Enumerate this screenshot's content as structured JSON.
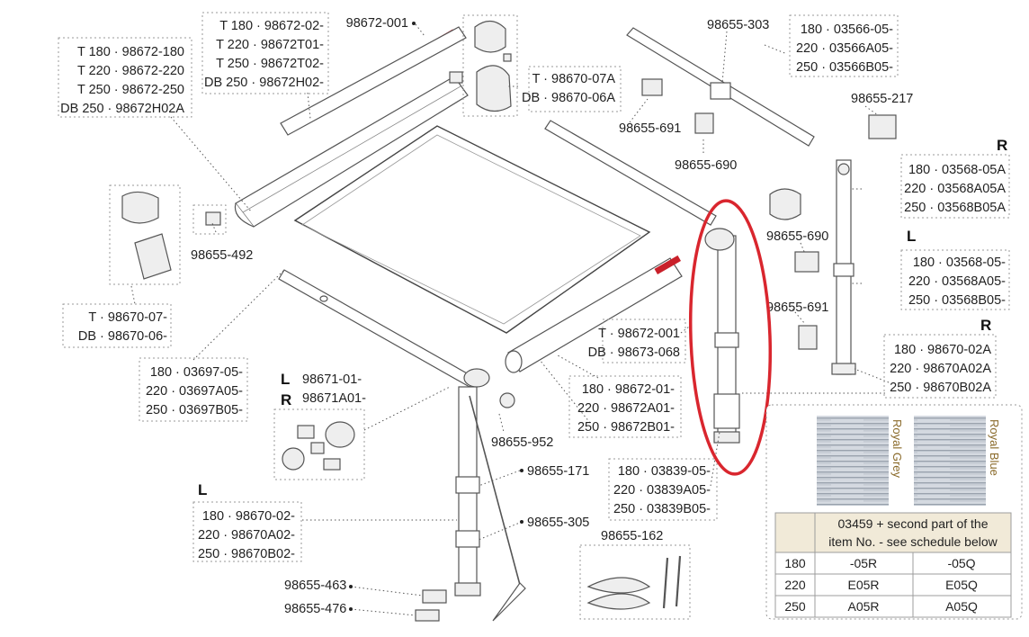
{
  "callouts": {
    "p98672_001": "98672-001",
    "p98655_303": "98655-303",
    "p98655_217": "98655-217",
    "p98655_691_top": "98655-691",
    "p98655_690_top": "98655-690",
    "p98655_690_mid": "98655-690",
    "p98655_691_mid": "98655-691",
    "p98655_492": "98655-492",
    "p98655_952": "98655-952",
    "p98655_171": "98655-171",
    "p98655_305": "98655-305",
    "p98655_162": "98655-162",
    "p98655_463": "98655-463",
    "p98655_476": "98655-476"
  },
  "boxes": {
    "cover_top": [
      "T 180 · 98672-02-",
      "T 220 · 98672T01-",
      "T 250 · 98672T02-",
      "DB 250 · 98672H02-"
    ],
    "cover_left": [
      "T 180 · 98672-180",
      "T 220 · 98672-220",
      "T 250 · 98672-250",
      "DB 250 · 98672H02A"
    ],
    "endcap_top": [
      "T · 98670-07A",
      "DB · 98670-06A"
    ],
    "rafter_top": [
      "180 · 03566-05-",
      "220 · 03566A05-",
      "250 · 03566B05-"
    ],
    "leg_r_top": [
      "180 · 03568-05A",
      "220 · 03568A05A",
      "250 · 03568B05A"
    ],
    "leg_l_top": [
      "180 · 03568-05-",
      "220 · 03568A05-",
      "250 · 03568B05-"
    ],
    "endcap_left": [
      "T · 98670-07-",
      "DB · 98670-06-"
    ],
    "rafter_left": [
      "180 · 03697-05-",
      "220 · 03697A05-",
      "250 · 03697B05-"
    ],
    "bracket": [
      "98671-01-",
      "98671A01-"
    ],
    "front_profile": [
      "T · 98672-001",
      "DB · 98673-068"
    ],
    "front_bar": [
      "180 · 98672-01-",
      "220 · 98672A01-",
      "250 · 98672B01-"
    ],
    "leg_r_bottom": [
      "180 · 98670-02A",
      "220 · 98670A02A",
      "250 · 98670B02A"
    ],
    "leg_mid": [
      "180 · 03839-05-",
      "220 · 03839A05-",
      "250 · 03839B05-"
    ],
    "leg_l_bottom": [
      "180 · 98670-02-",
      "220 · 98670A02-",
      "250 · 98670B02-"
    ]
  },
  "side_letters": {
    "r_top": "R",
    "l_top": "L",
    "r_mid": "R",
    "bracket_l": "L",
    "bracket_r": "R",
    "l_bottom": "L"
  },
  "fabric": {
    "swatch1": "Royal Grey",
    "swatch2": "Royal Blue",
    "header_line1": "03459 + second part of the",
    "header_line2": "item No. - see schedule below",
    "rows": [
      {
        "size": "180",
        "grey": "-05R",
        "blue": "-05Q"
      },
      {
        "size": "220",
        "grey": "E05R",
        "blue": "E05Q"
      },
      {
        "size": "250",
        "grey": "A05R",
        "blue": "A05Q"
      }
    ]
  },
  "colors": {
    "highlight": "#d9262e",
    "header_bg": "#f1ead8",
    "brand_red": "#c9202a"
  }
}
